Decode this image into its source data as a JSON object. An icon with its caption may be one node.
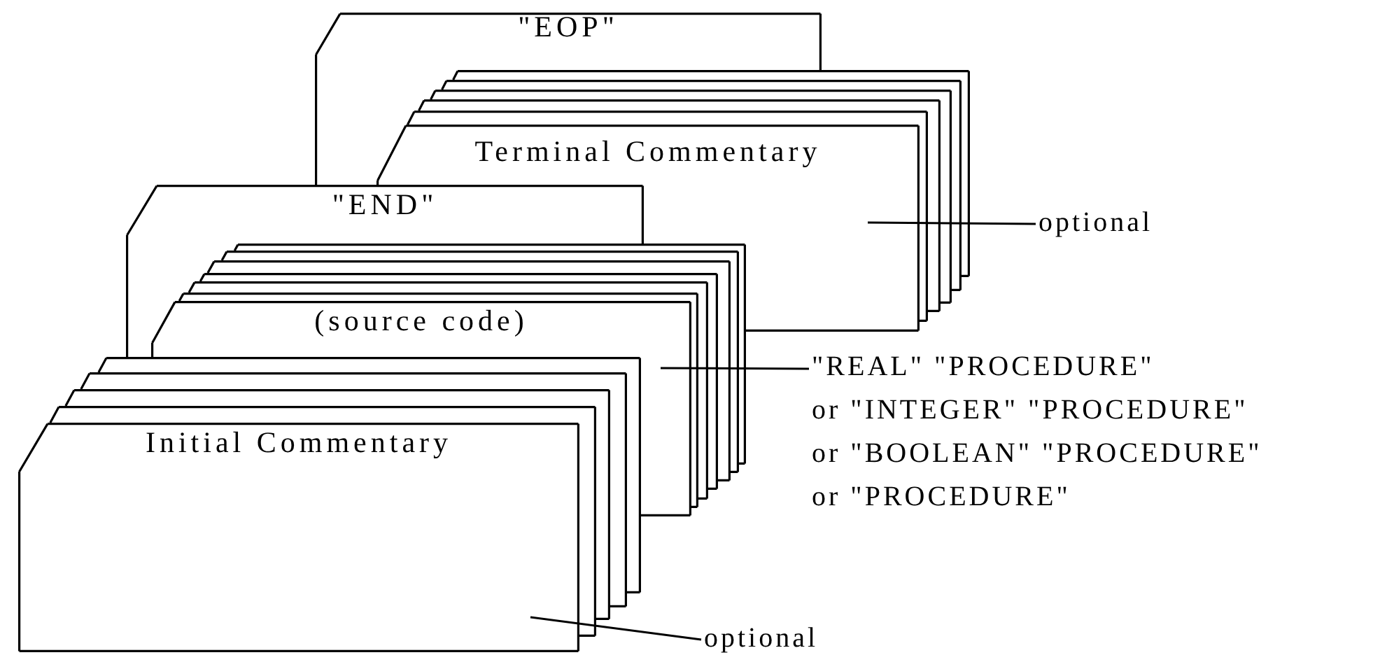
{
  "diagram": {
    "nodes": [
      {
        "text": [
          "\"EOP\""
        ]
      },
      {
        "text": [],
        "shape": "box"
      },
      {
        "text": [],
        "shape": "box"
      },
      {
        "text": [],
        "shape": "box"
      },
      {
        "text": [],
        "shape": "box"
      },
      {
        "text": [],
        "shape": "box"
      },
      {
        "text": [
          "Terminal Commentary"
        ]
      },
      {
        "text": [
          "optional"
        ]
      },
      {
        "text": [
          "\"END\""
        ]
      },
      {
        "text": [],
        "shape": "box"
      },
      {
        "text": [],
        "shape": "box"
      },
      {
        "text": [],
        "shape": "box"
      },
      {
        "text": [],
        "shape": "box"
      },
      {
        "text": [],
        "shape": "box"
      },
      {
        "text": [],
        "shape": "box"
      },
      {
        "text": [
          "(source code)"
        ]
      },
      {
        "text": [
          "\"REAL\" \"PROCEDURE\"",
          "or \"INTEGER\" \"PROCEDURE\"",
          "or \"BOOLEAN\" \"PROCEDURE\"",
          "or \"PROCEDURE\""
        ]
      },
      {
        "text": [],
        "shape": "box"
      },
      {
        "text": [],
        "shape": "box"
      },
      {
        "text": [],
        "shape": "box"
      },
      {
        "text": [],
        "shape": "box"
      },
      {
        "text": [
          "Initial Commentary"
        ]
      },
      {
        "text": [
          "optional"
        ]
      }
    ],
    "edges": [
      {
        "from": 7,
        "to": 6,
        "arrow": "none"
      },
      {
        "from": 16,
        "to": 15,
        "arrow": "none"
      },
      {
        "from": 22,
        "to": 21,
        "arrow": "none"
      }
    ]
  }
}
